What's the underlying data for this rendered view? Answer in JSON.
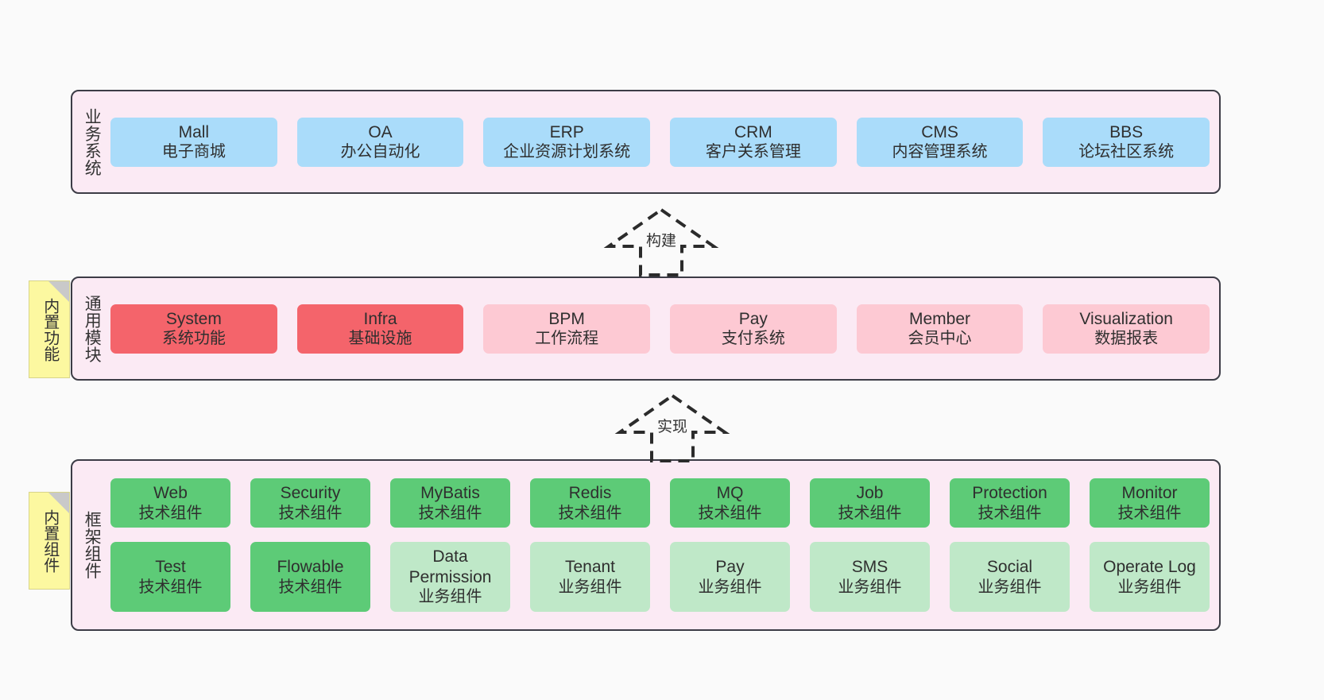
{
  "diagram": {
    "background_color": "#fafafa",
    "layer_fill": "#fbeaf4",
    "layer_border": "#3c3c46",
    "note_fill": "#fcf8a0",
    "colors": {
      "business": "#aadcfa",
      "module_strong": "#f4646b",
      "module_soft": "#fdc9d3",
      "tech_component": "#5dcb77",
      "biz_component": "#bfe8c8"
    }
  },
  "layers": [
    {
      "id": "business-systems",
      "title": "业务系统",
      "rows": [
        {
          "cards": [
            {
              "name": "Mall",
              "sub": "电子商城",
              "color": "c-blue"
            },
            {
              "name": "OA",
              "sub": "办公自动化",
              "color": "c-blue"
            },
            {
              "name": "ERP",
              "sub": "企业资源计划系统",
              "color": "c-blue"
            },
            {
              "name": "CRM",
              "sub": "客户关系管理",
              "color": "c-blue"
            },
            {
              "name": "CMS",
              "sub": "内容管理系统",
              "color": "c-blue"
            },
            {
              "name": "BBS",
              "sub": "论坛社区系统",
              "color": "c-blue"
            }
          ]
        }
      ]
    },
    {
      "id": "common-modules",
      "title": "通用模块",
      "note": "内置功能",
      "rows": [
        {
          "cards": [
            {
              "name": "System",
              "sub": "系统功能",
              "color": "c-red"
            },
            {
              "name": "Infra",
              "sub": "基础设施",
              "color": "c-red"
            },
            {
              "name": "BPM",
              "sub": "工作流程",
              "color": "c-pink"
            },
            {
              "name": "Pay",
              "sub": "支付系统",
              "color": "c-pink"
            },
            {
              "name": "Member",
              "sub": "会员中心",
              "color": "c-pink"
            },
            {
              "name": "Visualization",
              "sub": "数据报表",
              "color": "c-pink"
            }
          ]
        }
      ]
    },
    {
      "id": "framework-components",
      "title": "框架组件",
      "note": "内置组件",
      "rows": [
        {
          "cards": [
            {
              "name": "Web",
              "sub": "技术组件",
              "color": "c-green"
            },
            {
              "name": "Security",
              "sub": "技术组件",
              "color": "c-green"
            },
            {
              "name": "MyBatis",
              "sub": "技术组件",
              "color": "c-green"
            },
            {
              "name": "Redis",
              "sub": "技术组件",
              "color": "c-green"
            },
            {
              "name": "MQ",
              "sub": "技术组件",
              "color": "c-green"
            },
            {
              "name": "Job",
              "sub": "技术组件",
              "color": "c-green"
            },
            {
              "name": "Protection",
              "sub": "技术组件",
              "color": "c-green"
            },
            {
              "name": "Monitor",
              "sub": "技术组件",
              "color": "c-green"
            }
          ]
        },
        {
          "cards": [
            {
              "name": "Test",
              "sub": "技术组件",
              "color": "c-green"
            },
            {
              "name": "Flowable",
              "sub": "技术组件",
              "color": "c-green"
            },
            {
              "name": "Data Permission",
              "sub": "业务组件",
              "color": "c-lightgreen"
            },
            {
              "name": "Tenant",
              "sub": "业务组件",
              "color": "c-lightgreen"
            },
            {
              "name": "Pay",
              "sub": "业务组件",
              "color": "c-lightgreen"
            },
            {
              "name": "SMS",
              "sub": "业务组件",
              "color": "c-lightgreen"
            },
            {
              "name": "Social",
              "sub": "业务组件",
              "color": "c-lightgreen"
            },
            {
              "name": "Operate Log",
              "sub": "业务组件",
              "color": "c-lightgreen"
            }
          ]
        }
      ]
    }
  ],
  "connectors": [
    {
      "id": "build",
      "label": "构建",
      "from": "common-modules",
      "to": "business-systems"
    },
    {
      "id": "implement",
      "label": "实现",
      "from": "framework-components",
      "to": "common-modules"
    }
  ]
}
